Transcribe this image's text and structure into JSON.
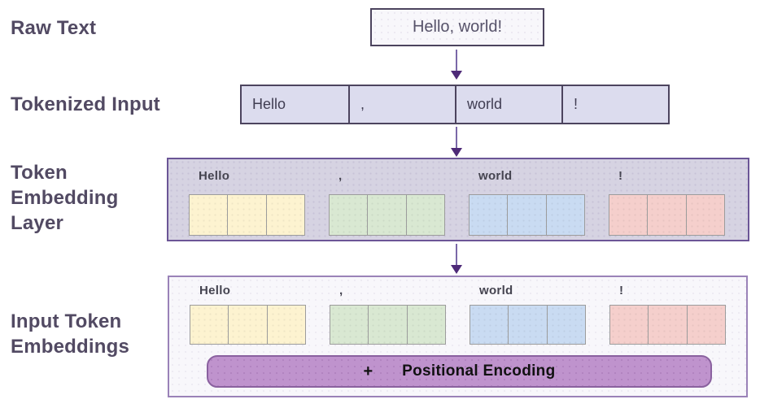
{
  "stages": {
    "raw_text": {
      "label": "Raw Text",
      "value": "Hello, world!"
    },
    "tokenized_input": {
      "label": "Tokenized Input"
    },
    "token_embedding_layer": {
      "label": "Token Embedding Layer"
    },
    "input_token_embeddings": {
      "label": "Input Token Embeddings"
    }
  },
  "tokens": [
    {
      "text": "Hello",
      "fill": "#fdf3d0"
    },
    {
      "text": ",",
      "fill": "#d9e8d2"
    },
    {
      "text": "world",
      "fill": "#c9dbf2"
    },
    {
      "text": "!",
      "fill": "#f5cfcc"
    }
  ],
  "cells_per_token": 3,
  "positional_encoding": {
    "operator": "+",
    "label": "Positional Encoding"
  },
  "icons": {
    "arrow": "arrow-down-icon"
  },
  "colors": {
    "heading_text": "#524a63",
    "box_border_dark": "#4c445e",
    "embed_box_fill": "#d6d3e2",
    "embed_box_border": "#6b5596",
    "input_box_fill": "#f8f7fb",
    "input_box_border": "#9a82b8",
    "table_fill": "#dcdcee",
    "cell_border": "#9c9c9c",
    "arrow_shaft": "#7a68a8",
    "arrow_head": "#4e2a78",
    "pill_fill": "#bf93cd",
    "pill_border": "#8a619f",
    "pill_text": "#111111"
  }
}
